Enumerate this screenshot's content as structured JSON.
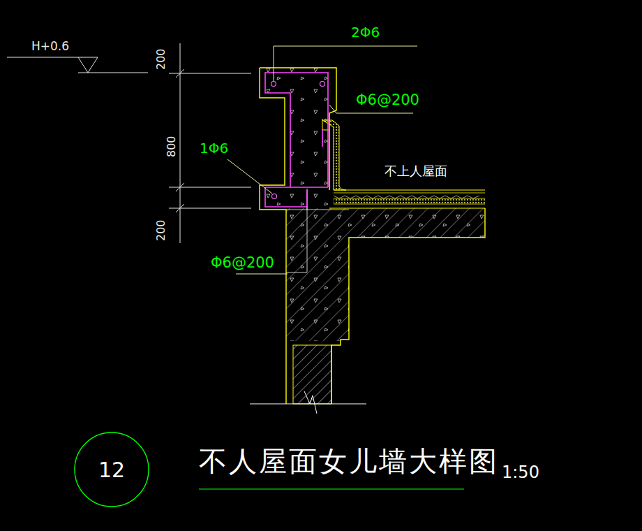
{
  "diagram": {
    "title": "不人屋面女儿墙大样图",
    "nodes": [
      {
        "text": [
          "12"
        ]
      }
    ],
    "labels": [
      "H+0.6",
      "200",
      "800",
      "200",
      "2Φ6",
      "Φ6@200",
      "1Φ6",
      "不上人屋面",
      "Φ6@200",
      "1:50"
    ]
  }
}
